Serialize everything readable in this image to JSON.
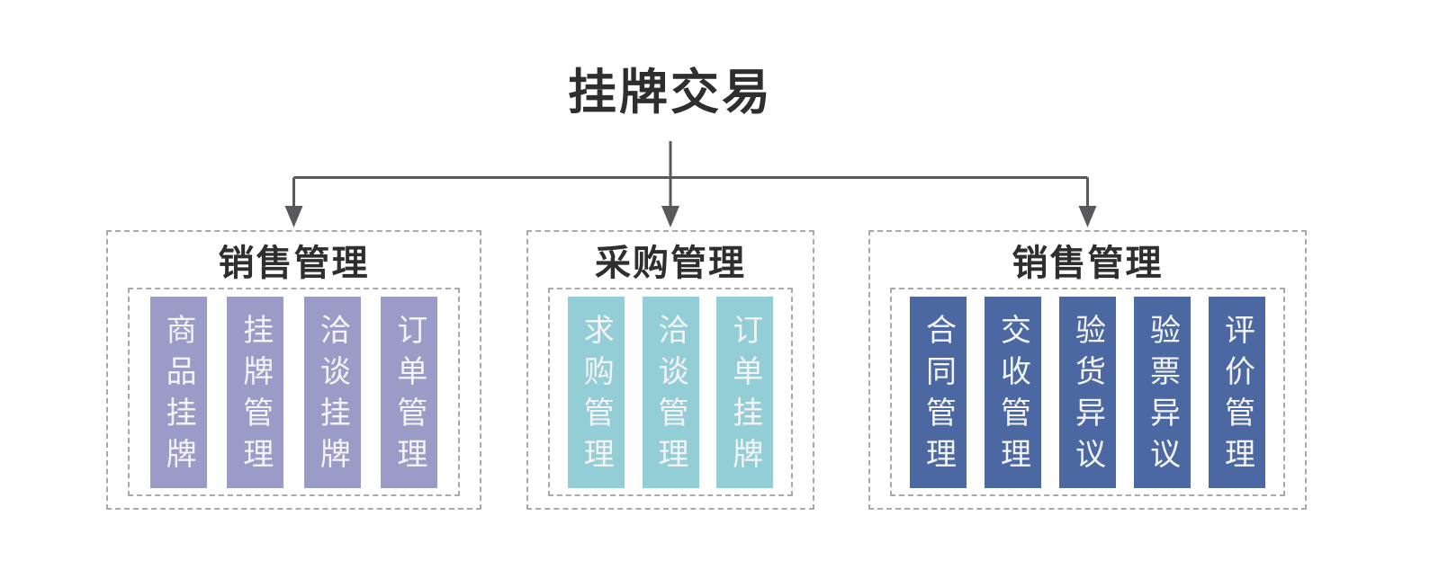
{
  "title": "挂牌交易",
  "groups": [
    {
      "header": "销售管理",
      "color": "#9a9cc7",
      "items": [
        "商品挂牌",
        "挂牌管理",
        "洽谈挂牌",
        "订单管理"
      ]
    },
    {
      "header": "采购管理",
      "color": "#93cdd6",
      "items": [
        "求购管理",
        "洽谈管理",
        "订单挂牌"
      ]
    },
    {
      "header": "销售管理",
      "color": "#4c68a2",
      "items": [
        "合同管理",
        "交收管理",
        "验货异议",
        "验票异议",
        "评价管理"
      ]
    }
  ],
  "colors": {
    "connector": "#58595b",
    "dashed_border": "#a9a9a9",
    "heading_text": "#2e2e2e",
    "column_text": "#f4f4f6",
    "background": "#ffffff"
  }
}
